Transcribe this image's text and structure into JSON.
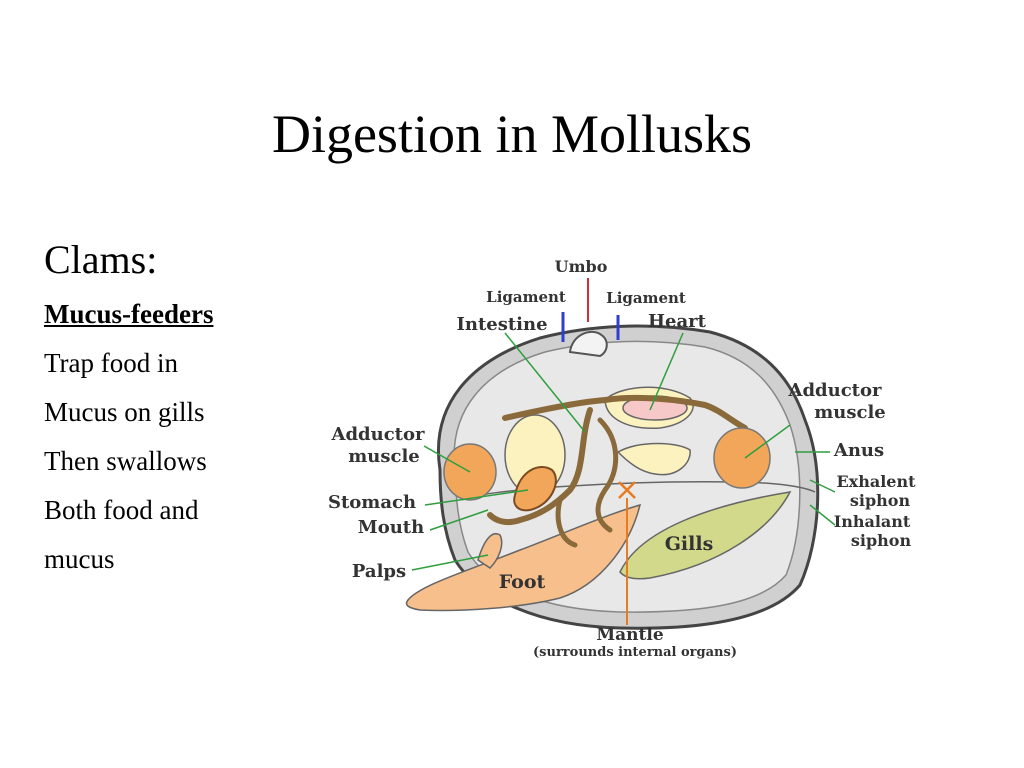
{
  "slide": {
    "title": "Digestion in Mollusks",
    "heading": "Clams:",
    "lines": [
      "Mucus-feeders",
      "Trap food in",
      "Mucus on gills",
      "Then swallows",
      "Both food and",
      "mucus"
    ]
  },
  "diagram": {
    "labels": {
      "umbo": "Umbo",
      "ligament_left": "Ligament",
      "ligament_right": "Ligament",
      "intestine": "Intestine",
      "heart": "Heart",
      "adductor_right_1": "Adductor",
      "adductor_right_2": "muscle",
      "adductor_left_1": "Adductor",
      "adductor_left_2": "muscle",
      "anus": "Anus",
      "exhalent_1": "Exhalent",
      "exhalent_2": "siphon",
      "inhalant_1": "Inhalant",
      "inhalant_2": "siphon",
      "stomach": "Stomach",
      "mouth": "Mouth",
      "gills": "Gills",
      "palps": "Palps",
      "foot": "Foot",
      "mantle": "Mantle",
      "mantle_note": "(surrounds internal organs)"
    },
    "colors": {
      "shell": "#d0d0d0",
      "shell_inner": "#e8e8e8",
      "organ_orange": "#f2a65a",
      "foot": "#f6bf8c",
      "gills": "#d3d98a",
      "cream": "#fbf2c0",
      "heart": "#f7c8c8",
      "leader": "#2e9e3e",
      "umbo_line": "#d03030",
      "ligament_line": "#2d3fd0",
      "mantle_line": "#e87a20"
    }
  }
}
